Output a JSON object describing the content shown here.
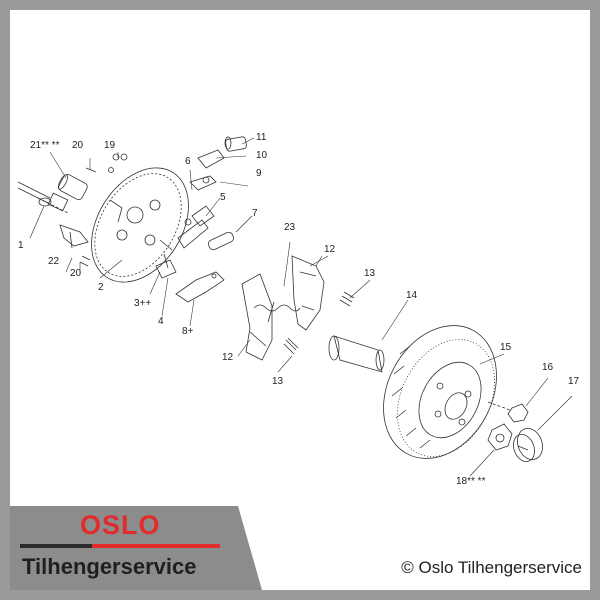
{
  "diagram": {
    "labels": {
      "l1": "1",
      "l2": "2",
      "l3": "3++",
      "l4": "4",
      "l5": "5",
      "l6": "6",
      "l7": "7",
      "l8": "8+",
      "l9": "9",
      "l10": "10",
      "l11": "11",
      "l12a": "12",
      "l12b": "12",
      "l13a": "13",
      "l13b": "13",
      "l14": "14",
      "l15": "15",
      "l16": "16",
      "l17": "17",
      "l18": "18** **",
      "l19": "19",
      "l20a": "20",
      "l20b": "20",
      "l21": "21** **",
      "l22": "22",
      "l23": "23"
    }
  },
  "footer": {
    "logo_top": "OSLO",
    "logo_bottom": "Tilhengerservice",
    "copyright": "© Oslo Tilhengerservice"
  },
  "colors": {
    "frame": "#9a9a9a",
    "logo_red": "#e32b2b",
    "logo_dark": "#2b2b2b"
  }
}
